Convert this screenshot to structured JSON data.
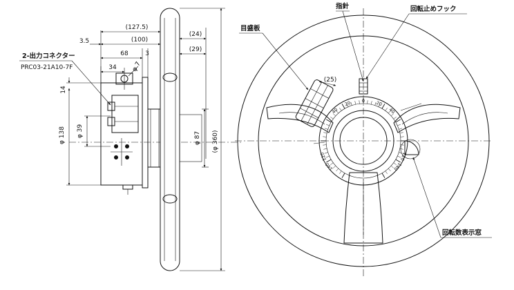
{
  "side_view": {
    "connector_label": "2-出力コネクター",
    "connector_part": "PRC03-21A10-7F",
    "dim_127_5": "(127.5)",
    "dim_24": "(24)",
    "dim_3_5": "3.5",
    "dim_100": "(100)",
    "dim_29": "(29)",
    "dim_68": "68",
    "dim_3": "3",
    "dim_34": "34",
    "dim_phi7": "φ 7",
    "dim_14": "14",
    "dim_phi138": "φ 138",
    "dim_phi39": "φ 39",
    "dim_phi87": "φ 87",
    "dim_phi360": "(φ 360)"
  },
  "front_view": {
    "pointer_label": "指針",
    "hook_label": "回転止めフック",
    "dial_label": "目盛板",
    "window_label": "回転数表示窓",
    "dim_25": "(25)",
    "scale_0": "0",
    "scale_20_left": "20",
    "scale_40_left": "40",
    "scale_20_right": "20",
    "scale_40_right": "40",
    "scale_140_left": "140",
    "scale_120_left": "120",
    "scale_140_right": "140",
    "scale_120_right": "120"
  }
}
